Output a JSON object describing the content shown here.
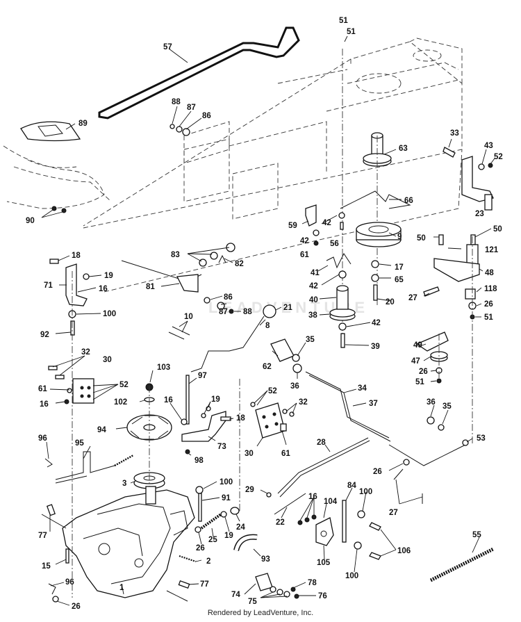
{
  "footer": "Rendered by LeadVenture, Inc.",
  "watermark": "LEADVENTURE",
  "callouts": [
    {
      "id": "c57",
      "text": "57"
    },
    {
      "id": "c51a",
      "text": "51"
    },
    {
      "id": "c51b",
      "text": "51"
    },
    {
      "id": "c88a",
      "text": "88"
    },
    {
      "id": "c87a",
      "text": "87"
    },
    {
      "id": "c86a",
      "text": "86"
    },
    {
      "id": "c89",
      "text": "89"
    },
    {
      "id": "c63",
      "text": "63"
    },
    {
      "id": "c33",
      "text": "33"
    },
    {
      "id": "c43",
      "text": "43"
    },
    {
      "id": "c52a",
      "text": "52"
    },
    {
      "id": "c90",
      "text": "90"
    },
    {
      "id": "c66",
      "text": "66"
    },
    {
      "id": "c23",
      "text": "23"
    },
    {
      "id": "c59",
      "text": "59"
    },
    {
      "id": "c42a",
      "text": "42"
    },
    {
      "id": "c56",
      "text": "56"
    },
    {
      "id": "c9",
      "text": "9"
    },
    {
      "id": "c50a",
      "text": "50"
    },
    {
      "id": "c50b",
      "text": "50"
    },
    {
      "id": "c42b",
      "text": "42"
    },
    {
      "id": "c83",
      "text": "83"
    },
    {
      "id": "c18a",
      "text": "18"
    },
    {
      "id": "c61a",
      "text": "61"
    },
    {
      "id": "c121",
      "text": "121"
    },
    {
      "id": "c82",
      "text": "82"
    },
    {
      "id": "c19a",
      "text": "19"
    },
    {
      "id": "c41",
      "text": "41"
    },
    {
      "id": "c17",
      "text": "17"
    },
    {
      "id": "c48",
      "text": "48"
    },
    {
      "id": "c71",
      "text": "71"
    },
    {
      "id": "c16a",
      "text": "16"
    },
    {
      "id": "c81",
      "text": "81"
    },
    {
      "id": "c65",
      "text": "65"
    },
    {
      "id": "c42c",
      "text": "42"
    },
    {
      "id": "c86b",
      "text": "86"
    },
    {
      "id": "c118",
      "text": "118"
    },
    {
      "id": "c27a",
      "text": "27"
    },
    {
      "id": "c40",
      "text": "40"
    },
    {
      "id": "c20",
      "text": "20"
    },
    {
      "id": "c21",
      "text": "21"
    },
    {
      "id": "c26a",
      "text": "26"
    },
    {
      "id": "c100a",
      "text": "100"
    },
    {
      "id": "c87b",
      "text": "87"
    },
    {
      "id": "c88b",
      "text": "88"
    },
    {
      "id": "c8",
      "text": "8"
    },
    {
      "id": "c38",
      "text": "38"
    },
    {
      "id": "c42d",
      "text": "42"
    },
    {
      "id": "c51c",
      "text": "51"
    },
    {
      "id": "c10",
      "text": "10"
    },
    {
      "id": "c92",
      "text": "92"
    },
    {
      "id": "c35a",
      "text": "35"
    },
    {
      "id": "c49",
      "text": "49"
    },
    {
      "id": "c39",
      "text": "39"
    },
    {
      "id": "c32a",
      "text": "32"
    },
    {
      "id": "c30a",
      "text": "30"
    },
    {
      "id": "c62",
      "text": "62"
    },
    {
      "id": "c47",
      "text": "47"
    },
    {
      "id": "c36a",
      "text": "36"
    },
    {
      "id": "c26b",
      "text": "26"
    },
    {
      "id": "c103",
      "text": "103"
    },
    {
      "id": "c97",
      "text": "97"
    },
    {
      "id": "c61b",
      "text": "61"
    },
    {
      "id": "c52b",
      "text": "52"
    },
    {
      "id": "c51d",
      "text": "51"
    },
    {
      "id": "c16b",
      "text": "16"
    },
    {
      "id": "c34",
      "text": "34"
    },
    {
      "id": "c52c",
      "text": "52"
    },
    {
      "id": "c102",
      "text": "102"
    },
    {
      "id": "c16c",
      "text": "16"
    },
    {
      "id": "c19b",
      "text": "19"
    },
    {
      "id": "c37",
      "text": "37"
    },
    {
      "id": "c32b",
      "text": "32"
    },
    {
      "id": "c18b",
      "text": "18"
    },
    {
      "id": "c36b",
      "text": "36"
    },
    {
      "id": "c35b",
      "text": "35"
    },
    {
      "id": "c94",
      "text": "94"
    },
    {
      "id": "c96a",
      "text": "96"
    },
    {
      "id": "c73",
      "text": "73"
    },
    {
      "id": "c30b",
      "text": "30"
    },
    {
      "id": "c61c",
      "text": "61"
    },
    {
      "id": "c53",
      "text": "53"
    },
    {
      "id": "c95",
      "text": "95"
    },
    {
      "id": "c98",
      "text": "98"
    },
    {
      "id": "c28",
      "text": "28"
    },
    {
      "id": "c26c",
      "text": "26"
    },
    {
      "id": "c3",
      "text": "3"
    },
    {
      "id": "c100b",
      "text": "100"
    },
    {
      "id": "c29",
      "text": "29"
    },
    {
      "id": "c84",
      "text": "84"
    },
    {
      "id": "c100c",
      "text": "100"
    },
    {
      "id": "c91",
      "text": "91"
    },
    {
      "id": "c16d",
      "text": "16"
    },
    {
      "id": "c27b",
      "text": "27"
    },
    {
      "id": "c104",
      "text": "104"
    },
    {
      "id": "c22",
      "text": "22"
    },
    {
      "id": "c77a",
      "text": "77"
    },
    {
      "id": "c25",
      "text": "25"
    },
    {
      "id": "c24",
      "text": "24"
    },
    {
      "id": "c19c",
      "text": "19"
    },
    {
      "id": "c55",
      "text": "55"
    },
    {
      "id": "c26d",
      "text": "26"
    },
    {
      "id": "c2",
      "text": "2"
    },
    {
      "id": "c15",
      "text": "15"
    },
    {
      "id": "c93",
      "text": "93"
    },
    {
      "id": "c106",
      "text": "106"
    },
    {
      "id": "c105",
      "text": "105"
    },
    {
      "id": "c100d",
      "text": "100"
    },
    {
      "id": "c96b",
      "text": "96"
    },
    {
      "id": "c77b",
      "text": "77"
    },
    {
      "id": "c78",
      "text": "78"
    },
    {
      "id": "c1",
      "text": "1"
    },
    {
      "id": "c74",
      "text": "74"
    },
    {
      "id": "c76",
      "text": "76"
    },
    {
      "id": "c75",
      "text": "75"
    },
    {
      "id": "c26e",
      "text": "26"
    }
  ]
}
